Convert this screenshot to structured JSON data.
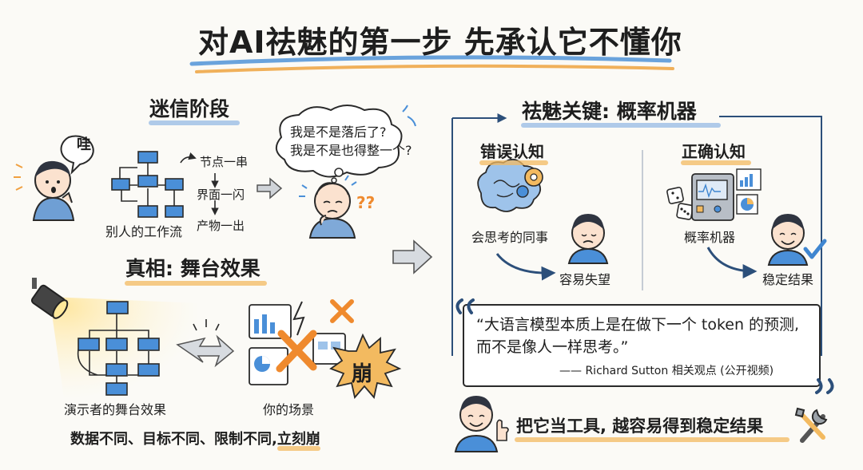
{
  "title": "对AI祛魅的第一步 先承认它不懂你",
  "superstition": {
    "heading": "迷信阶段",
    "wow": "哇",
    "flow_caption": "别人的工作流",
    "steps": [
      "节点一串",
      "界面一闪",
      "产物一出"
    ],
    "worry_lines": [
      "我是不是落后了?",
      "我是不是也得整一个?"
    ],
    "question_marks": "??"
  },
  "truth": {
    "heading": "真相: 舞台效果",
    "demo_caption": "演示者的舞台效果",
    "your_caption": "你的场景",
    "crash": "崩",
    "bottom_prefix": "数据不同、目标不同、限制不同,",
    "bottom_emph": "立刻崩"
  },
  "key": {
    "heading": "祛魅关键: 概率机器",
    "wrong": {
      "heading": "错误认知",
      "label": "会思考的同事",
      "result": "容易失望"
    },
    "right": {
      "heading": "正确认知",
      "label": "概率机器",
      "result": "稳定结果"
    },
    "quote_lines": [
      "“大语言模型本质上是在做下一个 token 的预测,",
      "而不是像人一样思考。”"
    ],
    "quote_source": "—— Richard Sutton 相关观点 (公开视频)",
    "conclusion": "把它当工具, 越容易得到稳定结果"
  },
  "colors": {
    "accent_blue": "#3f86d0",
    "box_blue": "#4a8fd8",
    "frame_navy": "#2c4f7a",
    "highlight_orange": "#f3ba60",
    "cross_orange": "#ef8a2e"
  }
}
